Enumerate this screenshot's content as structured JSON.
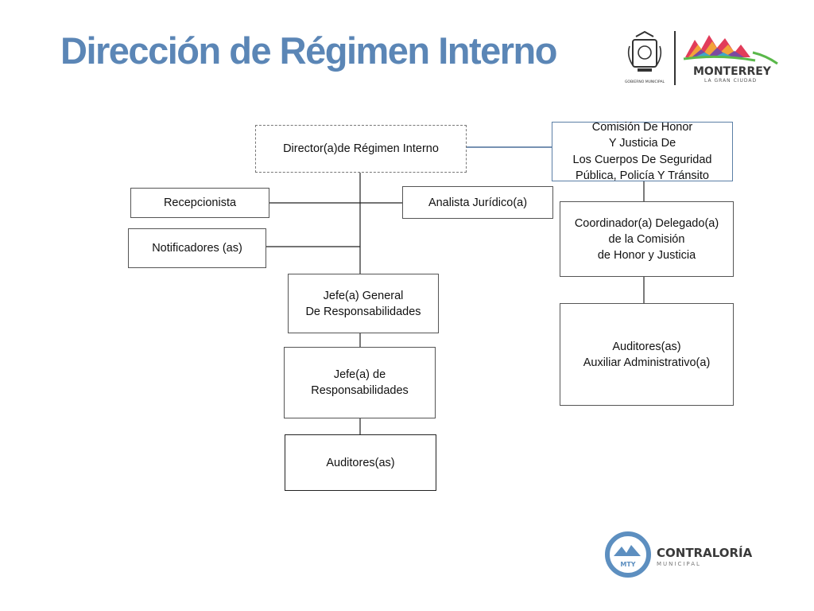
{
  "slide": {
    "title": "Dirección de Régimen Interno"
  },
  "org": {
    "director": "Director(a)de Régimen Interno",
    "comision": "Comisión De Honor\nY Justicia De\nLos Cuerpos De Seguridad\nPública, Policía Y Tránsito",
    "recepcionista": "Recepcionista",
    "analista": "Analista Jurídico(a)",
    "notificadores": "Notificadores (as)",
    "coordinador": "Coordinador(a) Delegado(a)\nde la Comisión\nde Honor y Justicia",
    "jefe_general": "Jefe(a) General\nDe Responsabilidades",
    "jefe_resp": "Jefe(a) de\nResponsabilidades",
    "auditores_left": "Auditores(as)",
    "auditores_right": "Auditores(as)\nAuxiliar Administrativo(a)"
  },
  "logos": {
    "gobierno": "GOBIERNO MUNICIPAL",
    "monterrey": "MONTERREY",
    "monterrey_sub": "LA GRAN CIUDAD",
    "contraloria": "CONTRALORÍA",
    "contraloria_sub": "MUNICIPAL",
    "mty": "MTY"
  },
  "colors": {
    "title": "#5b86b6",
    "connector_blue": "#4a6f99",
    "contraloria_ring": "#5d8fc0",
    "contraloria_text": "#3a3a3a"
  }
}
